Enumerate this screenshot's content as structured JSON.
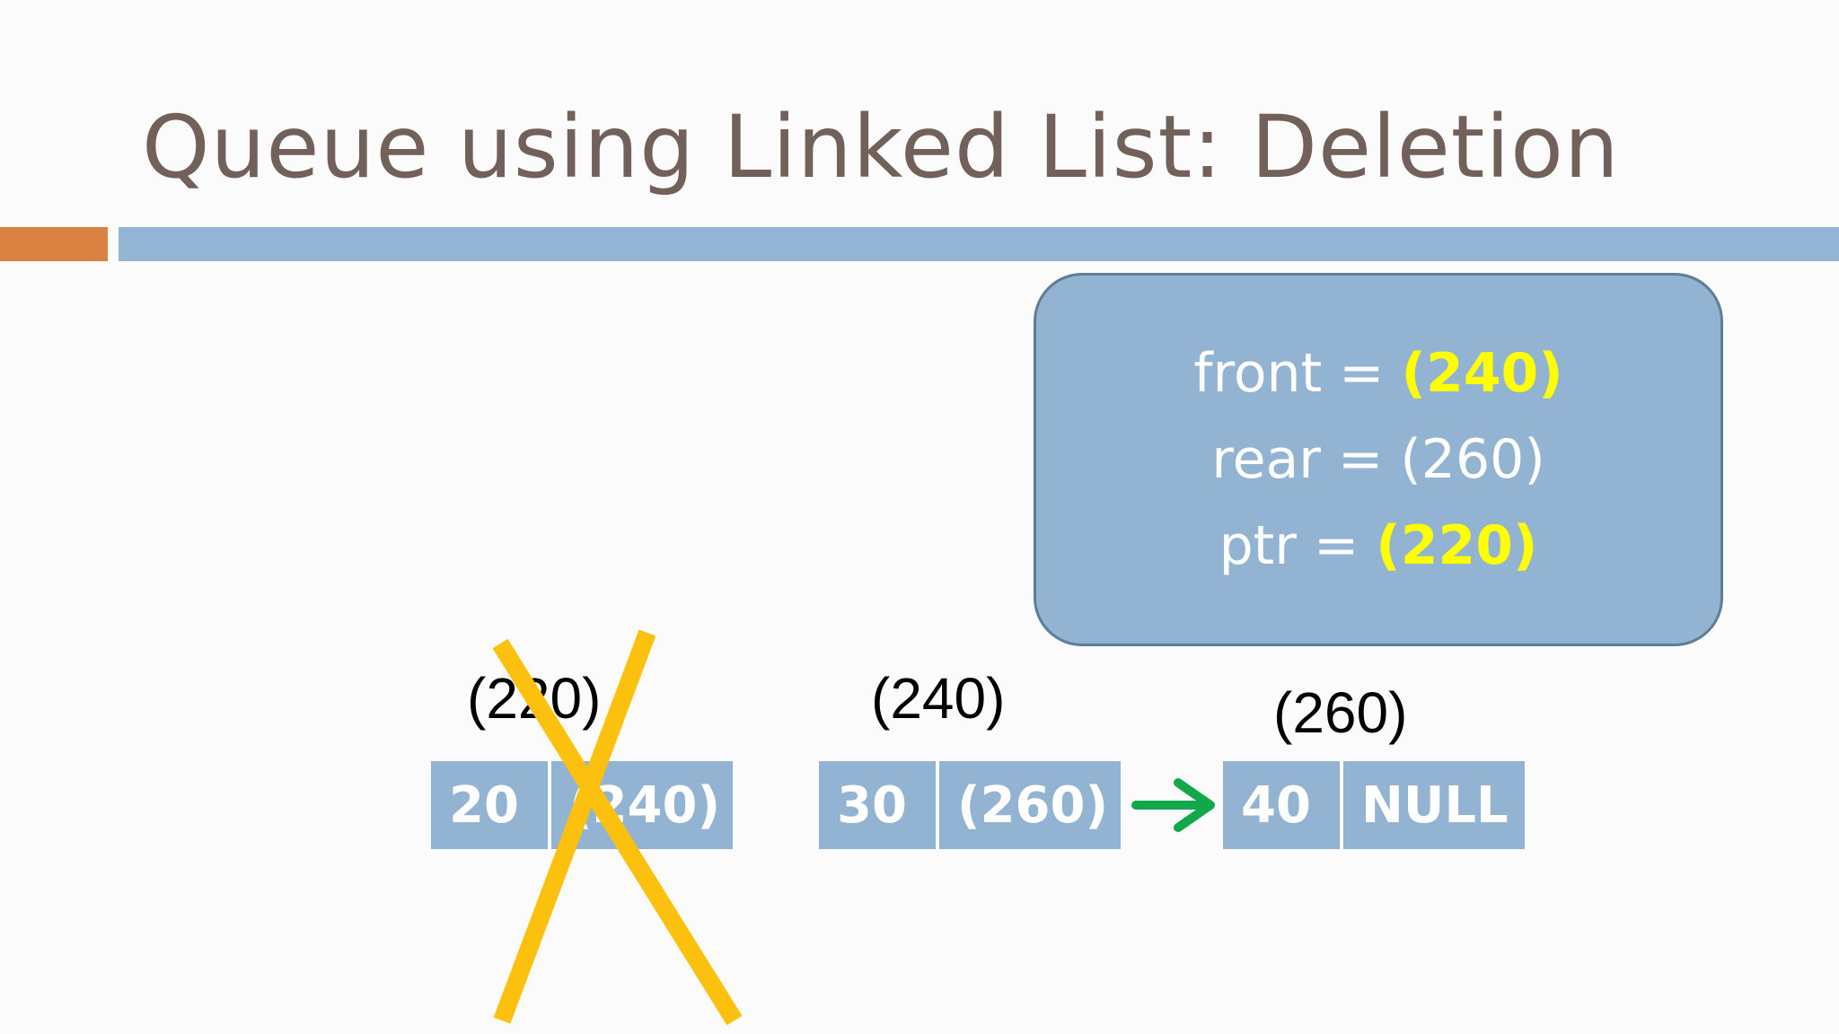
{
  "title": "Queue using Linked List: Deletion",
  "pointers": {
    "front": {
      "label": "front =",
      "value": "(240)"
    },
    "rear": {
      "label": "rear =",
      "value": "(260)"
    },
    "ptr": {
      "label": "ptr =",
      "value": "(220)"
    }
  },
  "nodes": [
    {
      "address": "(220)",
      "data": "20",
      "next": "(240)",
      "deleted": true
    },
    {
      "address": "(240)",
      "data": "30",
      "next": "(260)",
      "deleted": false
    },
    {
      "address": "(260)",
      "data": "40",
      "next": "NULL",
      "deleted": false
    }
  ],
  "colors": {
    "title": "#72615a",
    "accent_bar": "#d98141",
    "header_bar": "#93b4d2",
    "node_fill": "#92b3d1",
    "highlight": "#ffff00",
    "cross": "#fcc10f",
    "arrow": "#11a74a"
  }
}
